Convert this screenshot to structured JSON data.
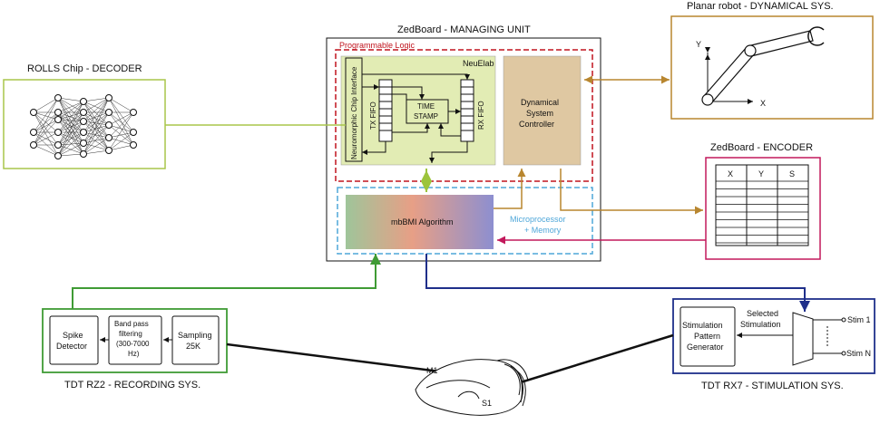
{
  "managing_unit": {
    "title": "ZedBoard - MANAGING UNIT",
    "programmable_logic": "Programmable Logic",
    "neuelab": "NeuElab",
    "neuromorphic_interface": "Neuromorphic Chip Interface",
    "tx_fifo": "TX FIFO",
    "rx_fifo": "RX FIFO",
    "time": "TIME",
    "stamp": "STAMP",
    "dsc_line1": "Dynamical",
    "dsc_line2": "System",
    "dsc_line3": "Controller",
    "mbbmi": "mbBMI Algorithm",
    "micro_line1": "Microprocessor",
    "micro_line2": "+ Memory",
    "colors": {
      "logic_border": "#c0141e",
      "micro_border": "#4fa7d9",
      "neuelab_fill": "#e2ecb4",
      "dsc_fill": "#dfc8a2"
    }
  },
  "rolls": {
    "title": "ROLLS Chip - DECODER",
    "border_color": "#a8c64a"
  },
  "robot": {
    "title": "Planar robot - DYNAMICAL SYS.",
    "y_axis": "Y",
    "x_axis": "X",
    "border_color": "#b8862f"
  },
  "encoder": {
    "title": "ZedBoard - ENCODER",
    "columns": [
      "X",
      "Y",
      "S"
    ],
    "border_color": "#c2185b"
  },
  "recording": {
    "title": "TDT RZ2 - RECORDING SYS.",
    "spike_line1": "Spike",
    "spike_line2": "Detector",
    "band_line1": "Band pass",
    "band_line2": "filtering",
    "band_line3": "(300-7000",
    "band_line4": "Hz)",
    "samp_line1": "Sampling",
    "samp_line2": "25K",
    "border_color": "#3f9b35"
  },
  "stimulation": {
    "title": "TDT RX7 - STIMULATION SYS.",
    "gen_line1": "Stimulation",
    "gen_line2": "Pattern",
    "gen_line3": "Generator",
    "sel_line1": "Selected",
    "sel_line2": "Stimulation",
    "stim1": "Stim 1",
    "stimn": "Stim N",
    "border_color": "#1f2f8a"
  },
  "brain": {
    "m1": "M1",
    "s1": "S1"
  }
}
